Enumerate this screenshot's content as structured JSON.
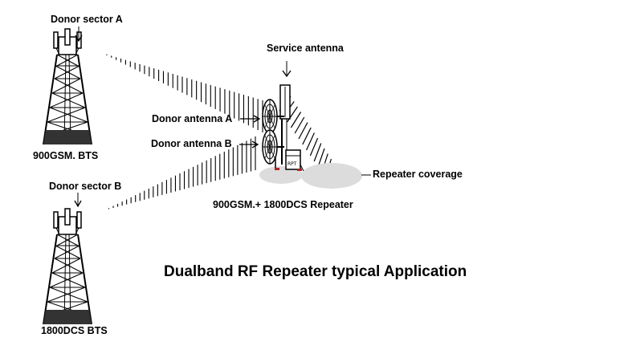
{
  "labels": {
    "donor_sector_a": "Donor sector A",
    "donor_sector_b": "Donor sector B",
    "bts_900": "900GSM. BTS",
    "bts_1800": "1800DCS BTS",
    "service_antenna": "Service antenna",
    "donor_antenna_a": "Donor antenna A",
    "donor_antenna_b": "Donor antenna B",
    "repeater_coverage": "Repeater coverage",
    "repeater": "900GSM.+ 1800DCS Repeater"
  },
  "caption": "Dualband RF Repeater typical Application",
  "colors": {
    "ink": "#000000",
    "coverage": "#dcdcdc",
    "background": "#ffffff",
    "accent": "#b22222"
  }
}
